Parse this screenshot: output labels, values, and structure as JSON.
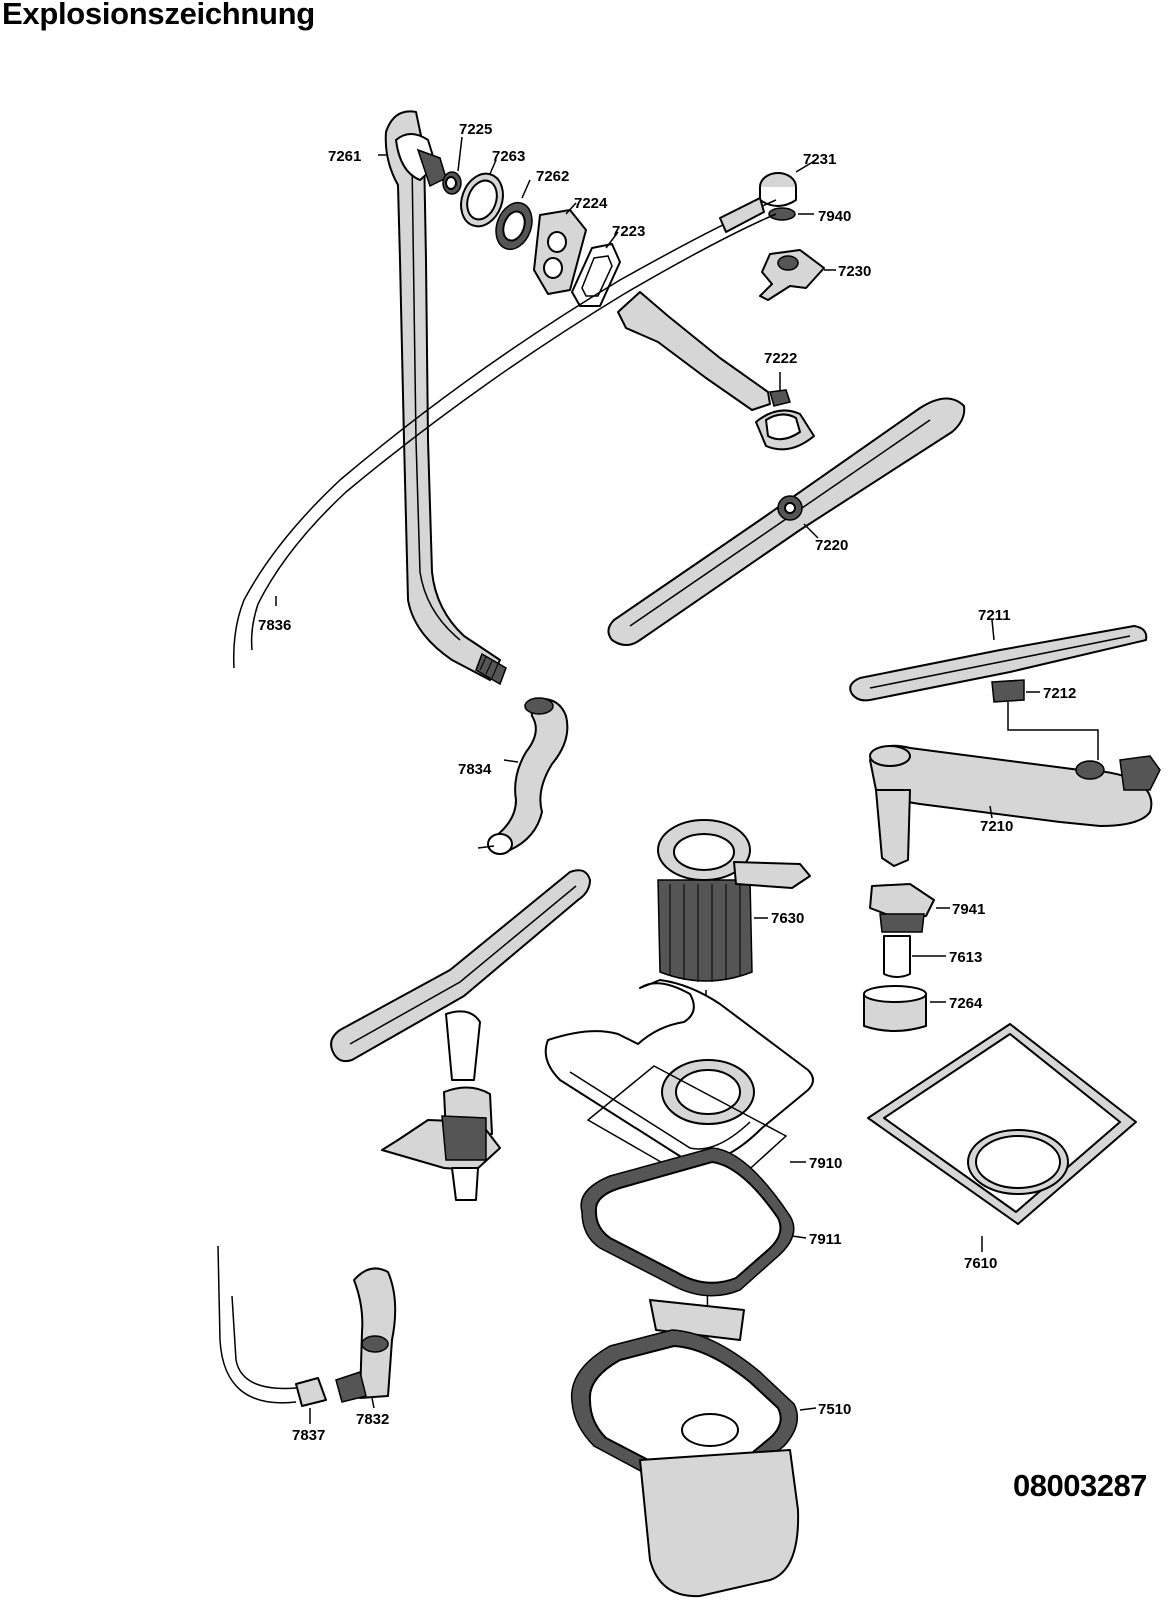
{
  "title": "Explosionszeichnung",
  "document_number": "08003287",
  "part_labels": {
    "p7261": "7261",
    "p7225": "7225",
    "p7263": "7263",
    "p7262": "7262",
    "p7224": "7224",
    "p7223": "7223",
    "p7231": "7231",
    "p7940": "7940",
    "p7230": "7230",
    "p7222": "7222",
    "p7220": "7220",
    "p7836": "7836",
    "p7211": "7211",
    "p7212": "7212",
    "p7210": "7210",
    "p7834": "7834",
    "p7630": "7630",
    "p7941": "7941",
    "p7613": "7613",
    "p7264": "7264",
    "p7910": "7910",
    "p7911": "7911",
    "p7610": "7610",
    "p7510": "7510",
    "p7837": "7837",
    "p7832": "7832"
  }
}
